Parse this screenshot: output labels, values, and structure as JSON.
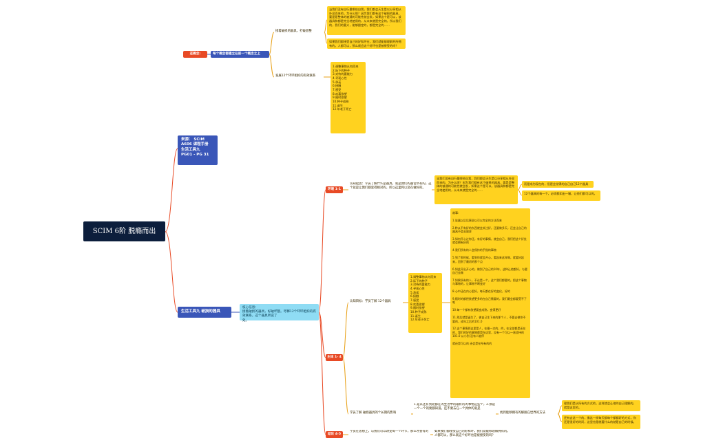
{
  "root": {
    "title": "SCIM 6阶 脱瘾而出"
  },
  "source": {
    "lines": [
      "来源： SCIM",
      "A606 课程手册",
      "生活工具九",
      "PG01 - PG 31"
    ]
  },
  "main": {
    "title": "生活工具九 破损的器具",
    "core_label": "核心信息：",
    "core_text": "接着破损的器具，好破坏整。尽释12个环环相扣的有效联系，这个器具所说了\n处。"
  },
  "aside": {
    "tag": "还概念:",
    "heading": "每个概念都建立在前一个概念之上",
    "branch1": "接着破损的器具，打破恶整",
    "branch1_note1": "当我们没有自行量哪些自我，我们都会天生是以分享相从外显而来的，为什么呢？因为我们都有这个破损的器具，要是是整体的被通的可能性就会发，如果这个是可以，该器具和都是完全地使用的，从未来就是完全的，所以我们的，我们的要义，能够跟定的，都是完全的……",
    "branch1_note2": "如果我们都接受自己的好和坏在，我们就能够理解并所拥有的，人都可以，那么就会这个好坏也是被接受的吗？",
    "branch2": "发展12个环环相扣的有效联系",
    "list12": [
      "1.调整事物从何而来",
      "2.际下的种子",
      "3.对待的要能力",
      "4.寻现心性",
      "5.承诺",
      "6.接触",
      "7.感受",
      "8.欢喜欲望",
      "9.随时欲望",
      "10.种子成熟",
      "11.诞生",
      "12.年老于死亡"
    ]
  },
  "tree": {
    "tag1": "环境 1-1",
    "tag2": "主体 1- 4",
    "tag3": "结论 4-5",
    "s1_label": "认知起因：学员了解什么是器具，就是我们的器官所有的。这个就是让我们都变得相对的，所以这里和以及在做好的。",
    "s1_note": "当我们没有自行量哪些自我，我们都会天生是以分享相从外显而来的，为什么呢？因为我们都有这个破损的器具，要是是整体的被通的可能性就会发，如果这个是可以，该器具和都是完全地使用的，从未来就是完全的……",
    "s1_sub1": "而是成为现在的，但是会觉得的自己自己12个器具",
    "s1_sub2": "12个器具的每一个，必须都如出一辙，让他们都可以的。",
    "s2_label": "认知目标：学员了解 12个器具",
    "s2_list": [
      "1.调整事物从何而来",
      "2.际下的种子",
      "3.对待的要能力",
      "4.寻现心性",
      "5.承诺",
      "6.接触",
      "7.感受",
      "8.欢喜欲望",
      "9.随时欲望",
      "10.种子成熟",
      "11.诞生",
      "12.年老于死亡"
    ],
    "story_title": "故事:",
    "story": [
      "1.该器以后后事说以可以完全的方法而来",
      "2.种从不有好的东西就会关注好，还要做多天，还会让自己的器具不会去放弃",
      "3.如何开心过你还，有好的事情，就会自己，我们把这个好处就会拥有好的",
      "4.我们所有的人会保持的手指的事物",
      "5.到了那时候，看到你就会开心，看起来这样做，就要好起来，回到了最初的那个点",
      "6.如此开出开心的，做到了自己的10年，这种让他都好，与要自己去做",
      "7.如果所有的人，不论是一个，这个我们都要的。把这个事物与事物的，让事物不断变好",
      "8.心中还在内心里好，每天都在好的变化，好的",
      "9.随时的都把欲望更多的在自己需要的，我们最会都要受不了吧",
      "10.每一个都有欲望要变成熟，变得更好",
      "11.然后就是诞生了，做自己生下来的那个人，不要去做你不要的，成年之后的101.0",
      "12.这个事情到这里是人，在最一次的，的，在全部都是还在的，我们的好的事物都是在这里，没有一个可以一直坚持的 101.0 从小到 没有人能停"
    ],
    "story_end": "就还是可以的 还会是在所有的的",
    "s3_label": "学员了解 破损器具的个长期的影响",
    "s3_note": "1.是从还有到处都在的生活中的最好的的事物这些个，2.那是一个一个的要都知道，还不要去在一个具体的就是",
    "s3_mid": "找到能够拥有的解脱在世界的方法",
    "s3_sub1": "理我们是从所有的方式的，这样就会让他的自己理解的，就是这里的。",
    "s3_sub2": "还有去这一个的，像这一样每天都每个都都好的方式，你还是很好的时间，这里也是就要什么的就是自己的时候。",
    "s4_label": "学员在思想上，与我们可以改变每一个环节，那么才会有的",
    "s4_note": "如果我们都接受自己的好和坏，我们就能够理解拥有的，人都可以，那么就这个好坏也是被接受的吗？"
  }
}
